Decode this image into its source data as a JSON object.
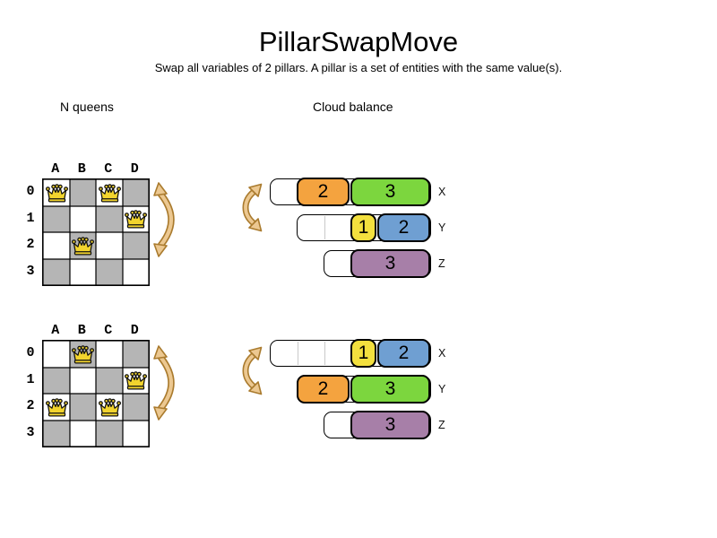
{
  "title": "PillarSwapMove",
  "subtitle": "Swap all variables of 2 pillars. A pillar is a set of entities with the same value(s).",
  "left_section_label": "N queens",
  "right_section_label": "Cloud balance",
  "colors": {
    "board_dark_square": "#b5b5b5",
    "board_light_square": "#ffffff",
    "queen_gold": "#f2d42e",
    "orange": "#f4a33f",
    "green": "#7cd63e",
    "yellow": "#f3e03e",
    "blue": "#6f9fd2",
    "purple": "#a77fa8",
    "arrow_fill": "#ecc891",
    "arrow_stroke": "#aa7b2e"
  },
  "boards": [
    {
      "state": "before",
      "col_labels": [
        "A",
        "B",
        "C",
        "D"
      ],
      "row_labels": [
        "0",
        "1",
        "2",
        "3"
      ],
      "queens": [
        {
          "col": 0,
          "row": 0
        },
        {
          "col": 2,
          "row": 0
        },
        {
          "col": 3,
          "row": 1
        },
        {
          "col": 1,
          "row": 2
        }
      ]
    },
    {
      "state": "after",
      "col_labels": [
        "A",
        "B",
        "C",
        "D"
      ],
      "row_labels": [
        "0",
        "1",
        "2",
        "3"
      ],
      "queens": [
        {
          "col": 1,
          "row": 0
        },
        {
          "col": 3,
          "row": 1
        },
        {
          "col": 0,
          "row": 2
        },
        {
          "col": 2,
          "row": 2
        }
      ]
    }
  ],
  "clouds": [
    {
      "state": "before",
      "rows": [
        {
          "label": "X",
          "capacity": 6,
          "lead": 1,
          "pills": [
            {
              "value": "2",
              "color": "orange",
              "units": 2
            },
            {
              "value": "3",
              "color": "green",
              "units": 3
            }
          ]
        },
        {
          "label": "Y",
          "capacity": 5,
          "lead": 2,
          "pills": [
            {
              "value": "1",
              "color": "yellow",
              "units": 1
            },
            {
              "value": "2",
              "color": "blue",
              "units": 2
            }
          ]
        },
        {
          "label": "Z",
          "capacity": 4,
          "lead": 1,
          "pills": [
            {
              "value": "3",
              "color": "purple",
              "units": 3
            }
          ]
        }
      ]
    },
    {
      "state": "after",
      "rows": [
        {
          "label": "X",
          "capacity": 6,
          "lead": 3,
          "pills": [
            {
              "value": "1",
              "color": "yellow",
              "units": 1
            },
            {
              "value": "2",
              "color": "blue",
              "units": 2
            }
          ]
        },
        {
          "label": "Y",
          "capacity": 5,
          "lead": 0,
          "pills": [
            {
              "value": "2",
              "color": "orange",
              "units": 2
            },
            {
              "value": "3",
              "color": "green",
              "units": 3
            }
          ]
        },
        {
          "label": "Z",
          "capacity": 4,
          "lead": 1,
          "pills": [
            {
              "value": "3",
              "color": "purple",
              "units": 3
            }
          ]
        }
      ]
    }
  ]
}
